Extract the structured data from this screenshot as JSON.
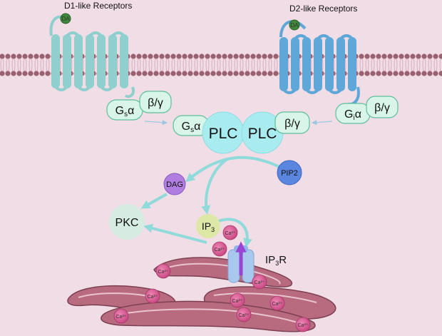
{
  "receptors": {
    "d1_title": "D1-like Receptors",
    "d2_title": "D2-like Receptors",
    "ligand": "DA"
  },
  "proteins": {
    "gs_main": "G",
    "gs_sub": "s",
    "alpha": "α",
    "gi_main": "G",
    "gi_sub": "i",
    "beta_gamma": "β/γ",
    "plc": "PLC",
    "pip2": "PIP2",
    "dag": "DAG",
    "pkc": "PKC",
    "ip_main": "IP",
    "ip_sub": "3",
    "ip3r_main": "IP",
    "ip3r_sub": "3",
    "ip3r_tail": "R",
    "calcium": "Ca²⁺"
  },
  "colors": {
    "background": "#f1dde6",
    "d1_receptor": "#8fd0cf",
    "d2_receptor": "#5ea8d9",
    "g_protein": "#d9f5ea",
    "plc": "#a8ecf0",
    "arrow": "#8fdada",
    "pip2": "#5b86e0",
    "dag": "#b07ee0",
    "pkc": "#d6ebe2",
    "ip3": "#dde8a6",
    "er": "#b86b7f",
    "calcium": "#d65c92",
    "ip3r": "#a9c8ee",
    "ca_flux": "#9a44d6"
  }
}
